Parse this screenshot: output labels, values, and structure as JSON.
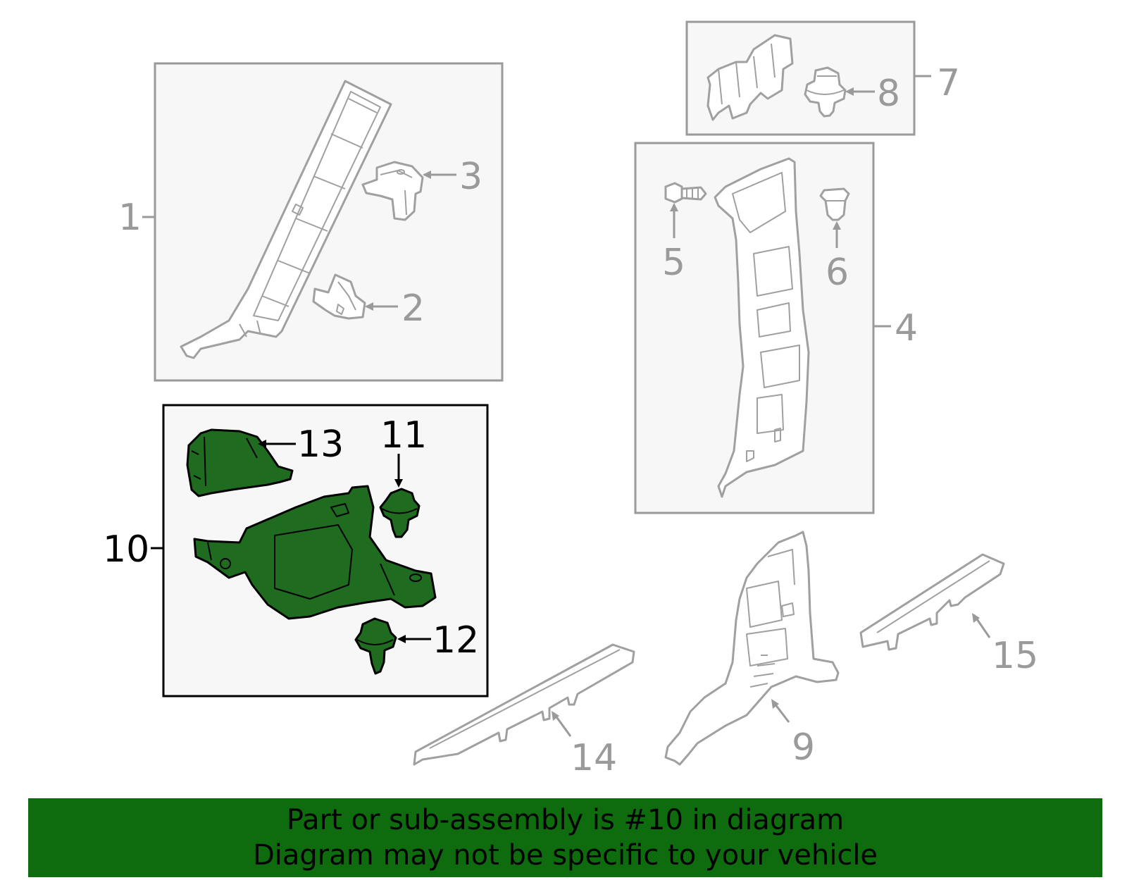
{
  "callouts": [
    {
      "id": "c1",
      "label": "1"
    },
    {
      "id": "c2",
      "label": "2"
    },
    {
      "id": "c3",
      "label": "3"
    },
    {
      "id": "c4",
      "label": "4"
    },
    {
      "id": "c5",
      "label": "5"
    },
    {
      "id": "c6",
      "label": "6"
    },
    {
      "id": "c7",
      "label": "7"
    },
    {
      "id": "c8",
      "label": "8"
    },
    {
      "id": "c9",
      "label": "9"
    },
    {
      "id": "c10",
      "label": "10"
    },
    {
      "id": "c11",
      "label": "11"
    },
    {
      "id": "c12",
      "label": "12"
    },
    {
      "id": "c13",
      "label": "13"
    },
    {
      "id": "c14",
      "label": "14"
    },
    {
      "id": "c15",
      "label": "15"
    }
  ],
  "highlighted_part": "10",
  "colors": {
    "highlight": "#1f6b1f",
    "banner": "#0e6b0e",
    "part_outline": "#a0a0a0"
  },
  "banner": {
    "line1": "Part or sub-assembly is #10 in diagram",
    "line2": "Diagram may not be specific to your vehicle"
  }
}
